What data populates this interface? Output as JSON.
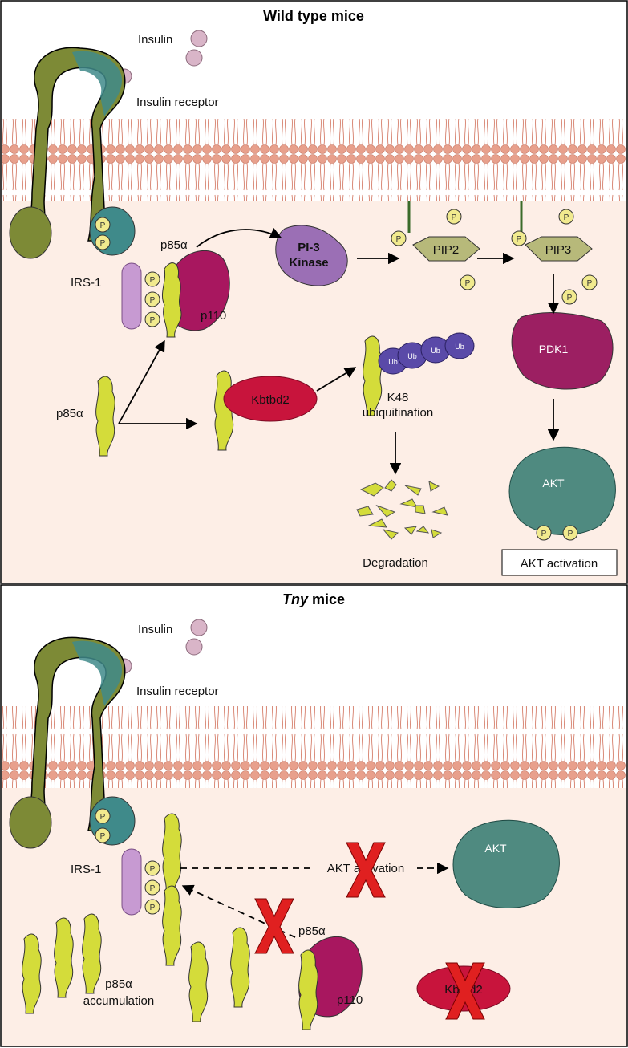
{
  "panels": {
    "top": {
      "title": "Wild type mice",
      "labels": {
        "insulin": "Insulin",
        "insulin_receptor": "Insulin receptor",
        "irs1": "IRS-1",
        "p85_bound": "p85α",
        "p110": "p110",
        "p85_free": "p85α",
        "pi3k_line1": "PI-3",
        "pi3k_line2": "Kinase",
        "pip2": "PIP2",
        "pip3": "PIP3",
        "pdk1": "PDK1",
        "akt": "AKT",
        "kbtbd2": "Kbtbd2",
        "ub": "Ub",
        "k48_line1": "K48",
        "k48_line2": "ubiquitination",
        "degradation": "Degradation",
        "akt_activation": "AKT activation",
        "phospho": "P"
      }
    },
    "bottom": {
      "title_italic": "Tny",
      "title_rest": " mice",
      "labels": {
        "insulin": "Insulin",
        "insulin_receptor": "Insulin receptor",
        "irs1": "IRS-1",
        "akt_activation": "AKT activation",
        "akt": "AKT",
        "p85": "p85α",
        "p110": "p110",
        "kbtbd2": "Kbtbd2",
        "accum_line1": "p85α",
        "accum_line2": "accumulation",
        "phospho": "P"
      }
    }
  },
  "colors": {
    "cytoplasm": "#fdeee6",
    "membrane_head": "#e8a08c",
    "membrane_tail": "#d98a78",
    "receptor_olive": "#7d8a36",
    "receptor_teal": "#3f8a8a",
    "p85_yellow": "#d4dc3a",
    "p110_magenta": "#a8175f",
    "pi3k_purple": "#9b6fb5",
    "pdk1_magenta": "#9c1f62",
    "akt_teal": "#4f8a80",
    "kbtbd2_red": "#c8143c",
    "ub_purple": "#5a4aa8",
    "irs_lilac": "#c79ad2",
    "pip_olive": "#b7b97a",
    "phospho_yellow": "#f1ea8e",
    "insulin_pink": "#d9b5c8",
    "x_red": "#e02020"
  }
}
